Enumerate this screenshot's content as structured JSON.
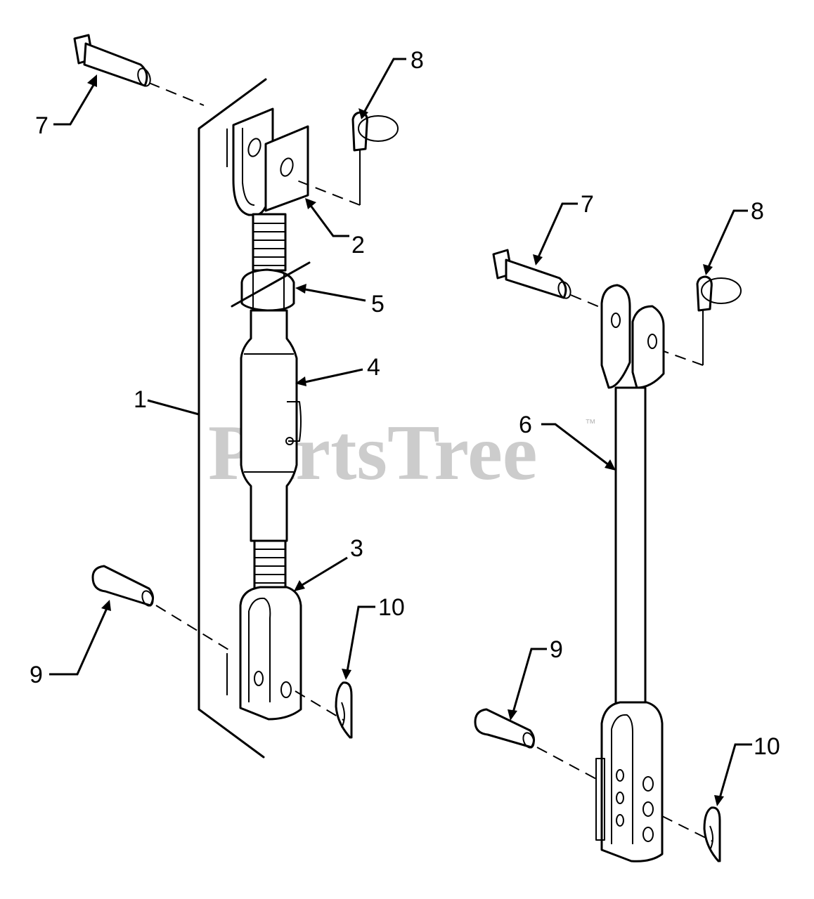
{
  "watermark": {
    "text": "PartsTree",
    "trademark": "™"
  },
  "callouts": {
    "left": {
      "c1": "1",
      "c2": "2",
      "c3": "3",
      "c4": "4",
      "c5": "5",
      "c7": "7",
      "c8": "8",
      "c9": "9",
      "c10": "10"
    },
    "right": {
      "c6": "6",
      "c7": "7",
      "c8": "8",
      "c9": "9",
      "c10": "10"
    }
  }
}
